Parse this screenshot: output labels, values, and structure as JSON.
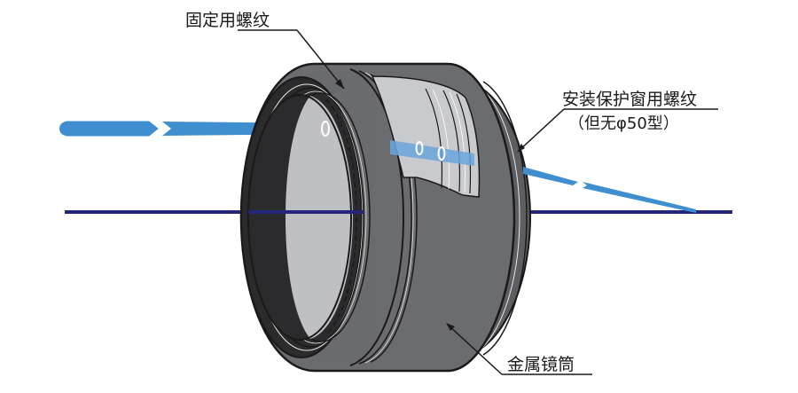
{
  "labels": {
    "fixing_thread": "固定用螺纹",
    "window_thread": "安装保护窗用螺纹",
    "window_thread_note": "（但无φ50型）",
    "metal_tube": "金属镜筒"
  },
  "colors": {
    "tube_body": "#6b6c70",
    "tube_dark": "#3e3f43",
    "tube_outline": "#1a1a1a",
    "interior": "#bfc0c3",
    "rim": "#2b2b2d",
    "beam": "#3f8fd0",
    "axis_line": "#25257a",
    "leader": "#1a1a1a"
  }
}
